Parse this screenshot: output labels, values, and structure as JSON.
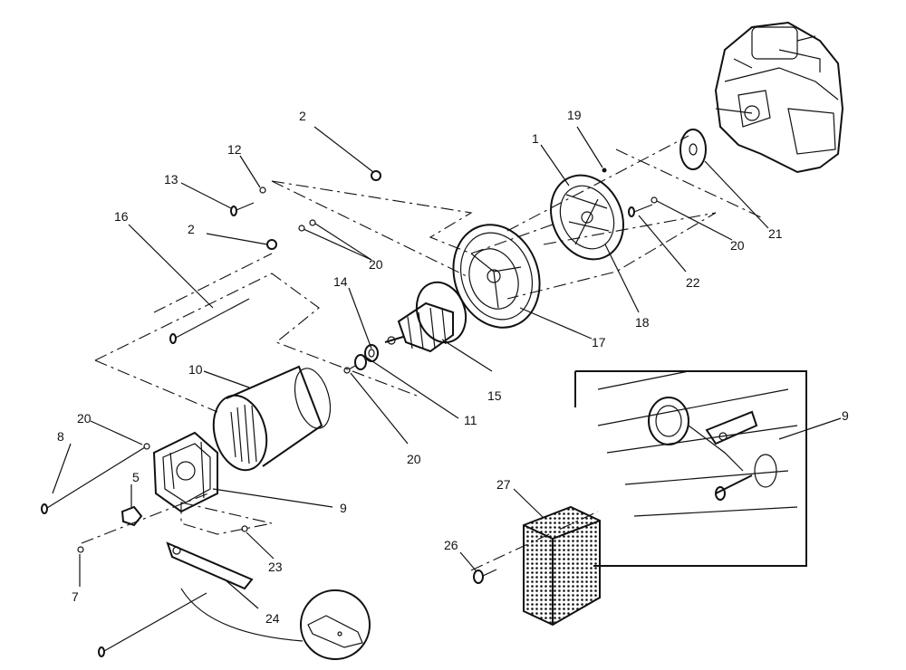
{
  "diagram": {
    "callouts": {
      "c1": "1",
      "c2a": "2",
      "c2b": "2",
      "c5": "5",
      "c7": "7",
      "c8": "8",
      "c9a": "9",
      "c9b": "9",
      "c10": "10",
      "c11": "11",
      "c12": "12",
      "c13": "13",
      "c14": "14",
      "c15": "15",
      "c16": "16",
      "c17": "17",
      "c18": "18",
      "c19": "19",
      "c20a": "20",
      "c20b": "20",
      "c20c": "20",
      "c20d": "20",
      "c21": "21",
      "c22": "22",
      "c23": "23",
      "c24": "24",
      "c26": "26",
      "c27": "27"
    }
  }
}
